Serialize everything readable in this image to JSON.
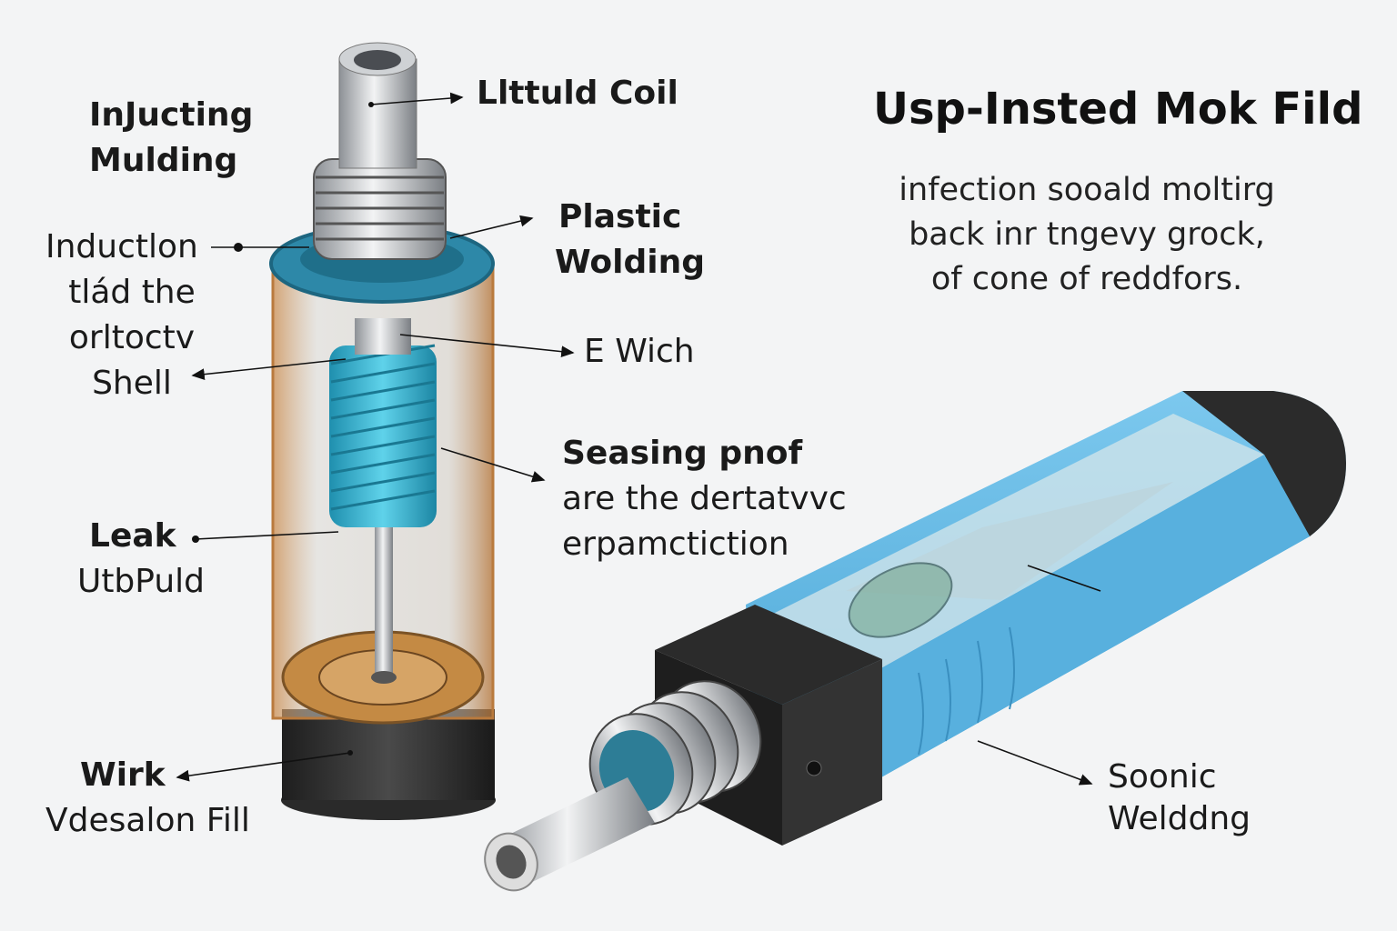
{
  "title": "Usp-Insted Mok Fild",
  "description": [
    "infection sooald moltirg",
    "back inr tngevy grock,",
    "of cone of reddfors."
  ],
  "labels": {
    "injecting_molding": [
      "InJucting",
      "Mulding"
    ],
    "liquid_coil": "Llttuld Coil",
    "plastic_wolding": [
      "Plastic",
      "Wolding"
    ],
    "induction": [
      "Inductlon",
      "tlád the",
      "orltoctv",
      "Shell"
    ],
    "e_wich": "E Wich",
    "seasing": {
      "heading": "Seasing pnof",
      "lines": [
        "are the dertatvvc",
        "erpamctiction"
      ]
    },
    "leak": {
      "heading": "Leak",
      "sub": "UtbPuld"
    },
    "wirk": {
      "heading": "Wirk",
      "sub": "Vdesalon Fill"
    },
    "sonic": [
      "Soonic",
      "Welddng"
    ]
  },
  "colors": {
    "blue": "#5bb8e6",
    "teal_coil": "#2fb5cf",
    "amber": "#c98a3e",
    "dark": "#2a2a2a"
  }
}
